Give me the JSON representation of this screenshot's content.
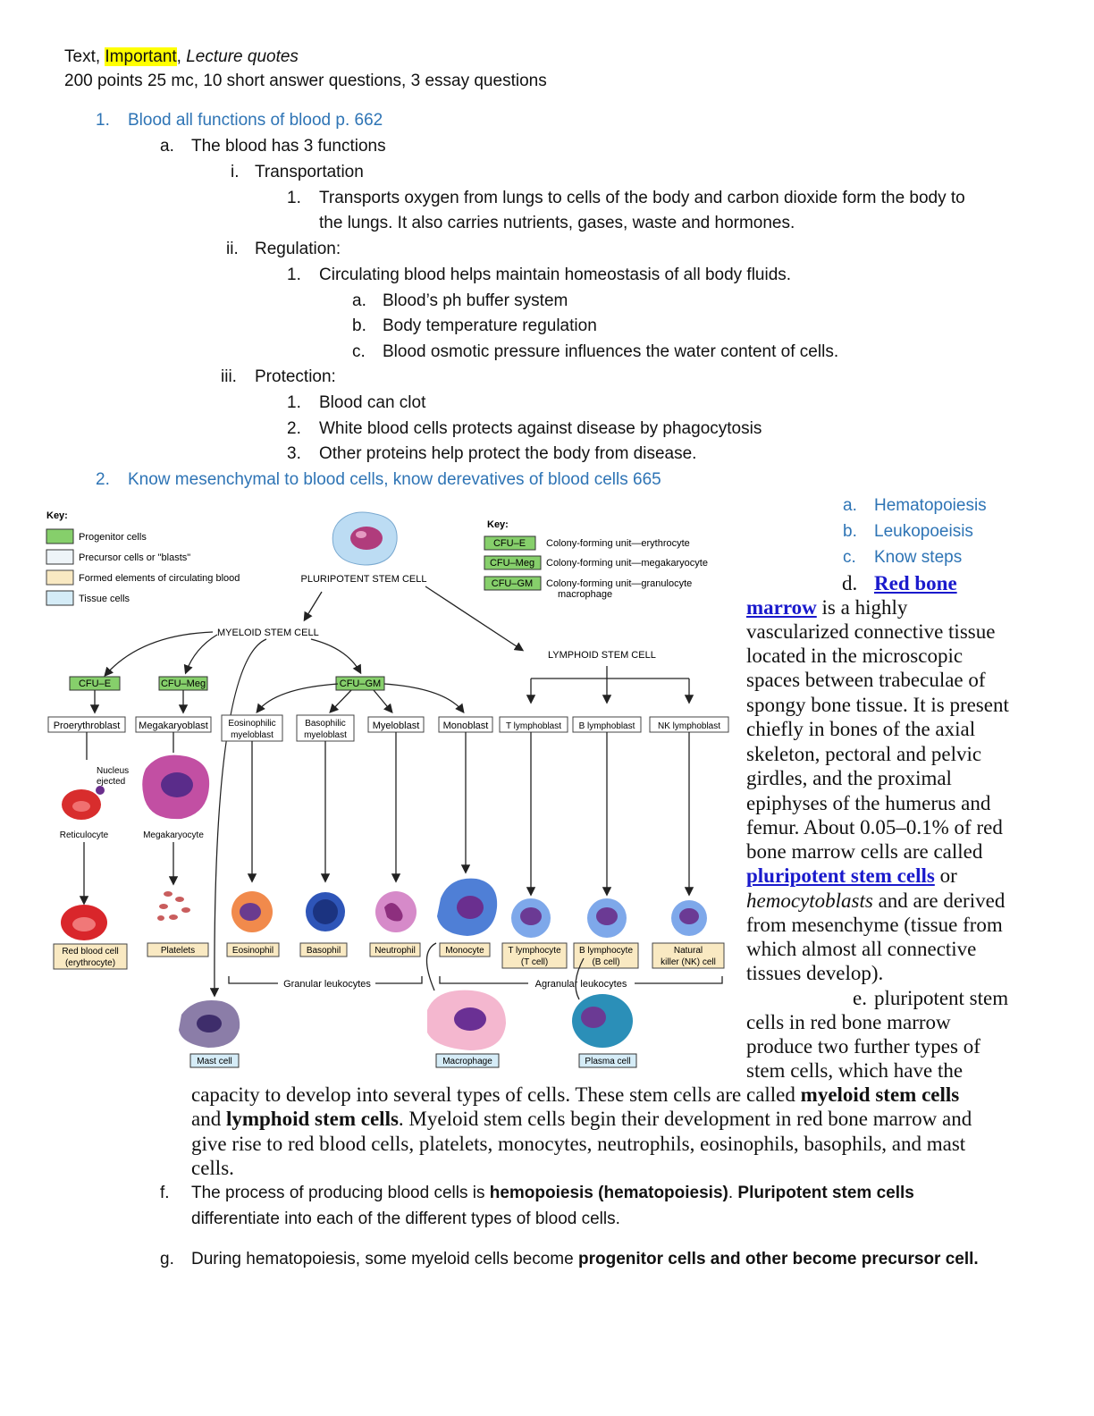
{
  "header": {
    "legend_text": "Text, ",
    "legend_important": "Important",
    "legend_sep": ", ",
    "legend_quotes": "Lecture quotes",
    "points_line": "200 points 25 mc, 10 short answer questions, 3 essay questions"
  },
  "section1": {
    "num": "1.",
    "title": "Blood all functions of blood p. 662",
    "a_num": "a.",
    "a_text": "The blood has 3 functions",
    "i_num": "i.",
    "i_text": "Transportation",
    "i_1_num": "1.",
    "i_1_line1": "Transports oxygen from lungs to cells of the body and carbon dioxide form the body to",
    "i_1_line2": "the lungs. It also carries nutrients, gases, waste and hormones.",
    "ii_num": "ii.",
    "ii_text": "Regulation:",
    "ii_1_num": "1.",
    "ii_1_text": "Circulating blood helps maintain homeostasis of all body fluids.",
    "ii_a_num": "a.",
    "ii_a_text": "Blood’s ph buffer system",
    "ii_b_num": "b.",
    "ii_b_text": "Body temperature regulation",
    "ii_c_num": "c.",
    "ii_c_text": "Blood osmotic pressure influences the water content of cells.",
    "iii_num": "iii.",
    "iii_text": "Protection:",
    "iii_1_num": "1.",
    "iii_1_text": "Blood can clot",
    "iii_2_num": "2.",
    "iii_2_text": "White blood cells protects against disease by phagocytosis",
    "iii_3_num": "3.",
    "iii_3_text": "Other proteins help protect the body from disease."
  },
  "section2": {
    "num": "2.",
    "title": "Know mesenchymal to blood cells, know derevatives of blood cells 665",
    "a_num": "a.",
    "a_text": "Hematopoiesis",
    "b_num": "b.",
    "b_text": "Leukopoeisis",
    "c_num": "c.",
    "c_text": "Know steps",
    "d_num": "d.",
    "d_link1": "Red bone",
    "d_link2": "marrow",
    "d_line1": " is a highly",
    "d_line2": "vascularized connective tissue",
    "d_line3": "located in the microscopic",
    "d_line4": "spaces between trabeculae of",
    "d_line5": "spongy bone tissue. It is present",
    "d_line6": "chiefly in bones of the axial",
    "d_line7": "skeleton, pectoral and pelvic",
    "d_line8": "girdles, and the proximal",
    "d_line9": "epiphyses of the humerus and",
    "d_line10": "femur. About 0.05–0.1% of red",
    "d_line11": "bone marrow cells are called",
    "d_link3": "pluripotent stem cells",
    "d_line12": " or",
    "d_italic": "hemocytoblasts",
    "d_line13": " and are derived",
    "d_line14": "from mesenchyme (tissue from",
    "d_line15": "which almost all connective",
    "d_line16": "tissues develop).",
    "e_num": "e.",
    "e_line1": "pluripotent stem",
    "e_line2": "cells in red bone marrow",
    "e_line3": "produce two further types of",
    "e_line4": "stem cells, which have the",
    "e_line5": "capacity to develop into several types of cells. These stem cells are called ",
    "e_bold1": "myeloid stem cells",
    "e_line6a": "and ",
    "e_bold2": "lymphoid stem cells",
    "e_line6b": ". Myeloid stem cells begin their development in red bone marrow and",
    "e_line7": "give rise to red blood cells, platelets, monocytes, neutrophils, eosinophils, basophils, and mast",
    "e_line8": "cells.",
    "f_num": "f.",
    "f_text1": "The process of producing blood cells is ",
    "f_bold1": "hemopoiesis (hematopoiesis)",
    "f_text2": ". ",
    "f_bold2": "Pluripotent stem cells",
    "f_line2": "differentiate into each of the different types of blood cells.",
    "g_num": "g.",
    "g_text": "During hematopoiesis, some myeloid cells become ",
    "g_bold": "progenitor cells and other become precursor cell."
  },
  "figure": {
    "key_title": "Key:",
    "key_items": [
      "Progenitor cells",
      "Precursor cells or \"blasts\"",
      "Formed elements of circulating blood",
      "Tissue cells"
    ],
    "key2_title": "Key:",
    "key2_items": [
      {
        "code": "CFU–E",
        "desc": "Colony-forming unit—erythrocyte"
      },
      {
        "code": "CFU–Meg",
        "desc": "Colony-forming unit—megakaryocyte"
      },
      {
        "code": "CFU–GM",
        "desc": "Colony-forming unit—granulocyte",
        "desc2": "macrophage"
      }
    ],
    "pluripotent": "PLURIPOTENT STEM CELL",
    "myeloid": "MYELOID STEM CELL",
    "lymphoid": "LYMPHOID STEM CELL",
    "cfu_e": "CFU–E",
    "cfu_meg": "CFU–Meg",
    "cfu_gm": "CFU–GM",
    "proerythroblast": "Proerythroblast",
    "megakaryoblast": "Megakaryoblast",
    "eos_myelo1": "Eosinophilic",
    "eos_myelo2": "myeloblast",
    "baso_myelo1": "Basophilic",
    "baso_myelo2": "myeloblast",
    "myeloblast": "Myeloblast",
    "monoblast": "Monoblast",
    "t_lympho": "T lymphoblast",
    "b_lympho": "B lymphoblast",
    "nk_lympho": "NK lymphoblast",
    "nucleus1": "Nucleus",
    "nucleus2": "ejected",
    "reticulocyte": "Reticulocyte",
    "megakaryocyte": "Megakaryocyte",
    "rbc1": "Red blood cell",
    "rbc2": "(erythrocyte)",
    "platelets": "Platelets",
    "eosinophil": "Eosinophil",
    "basophil": "Basophil",
    "neutrophil": "Neutrophil",
    "monocyte": "Monocyte",
    "tcell1": "T lymphocyte",
    "tcell2": "(T cell)",
    "bcell1": "B lymphocyte",
    "bcell2": "(B cell)",
    "nk1": "Natural",
    "nk2": "killer (NK) cell",
    "granular": "Granular leukocytes",
    "agranular": "Agranular leukocytes",
    "mast": "Mast cell",
    "macrophage": "Macrophage",
    "plasma": "Plasma cell"
  }
}
